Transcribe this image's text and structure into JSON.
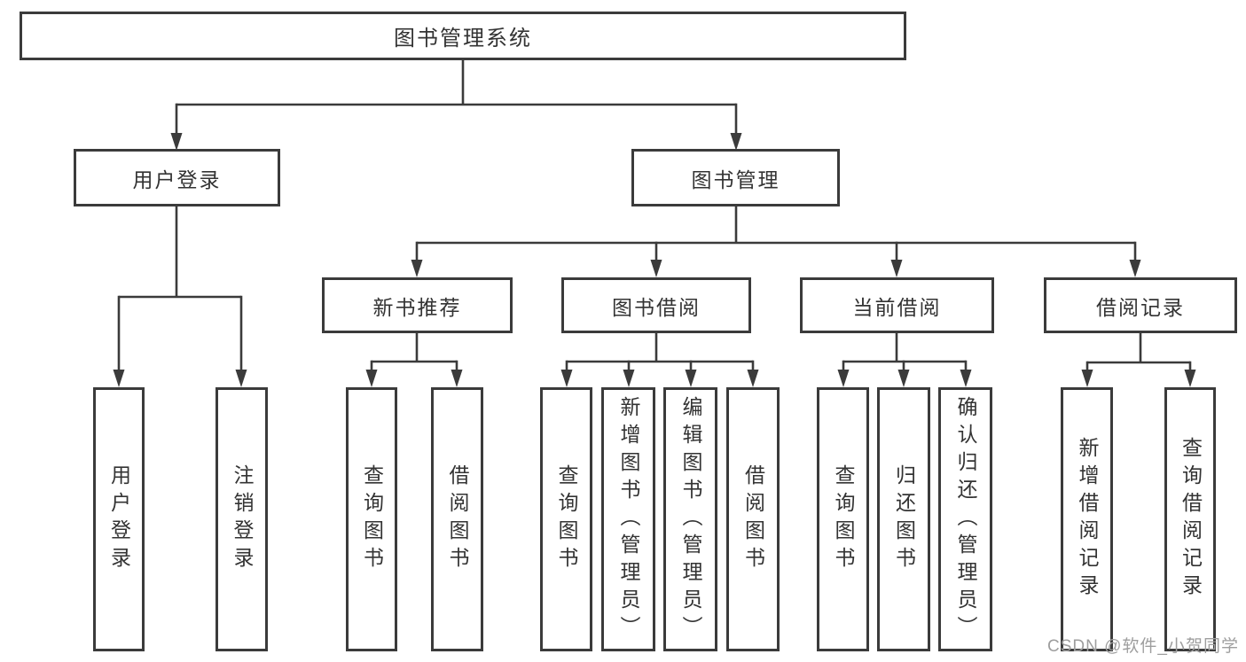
{
  "diagram": {
    "type": "hierarchy-tree",
    "colors": {
      "line": "#3b3b3b",
      "box_border": "#3b3b3b",
      "text": "#333333",
      "watermark": "#9e9e9e",
      "background": "#ffffff"
    },
    "tree": {
      "root": {
        "label": "图书管理系统"
      },
      "branches": [
        {
          "label": "用户登录",
          "children": [
            {
              "label": "用户登录"
            },
            {
              "label": "注销登录"
            }
          ]
        },
        {
          "label": "图书管理",
          "children": [
            {
              "label": "新书推荐",
              "children": [
                {
                  "label": "查询图书"
                },
                {
                  "label": "借阅图书"
                }
              ]
            },
            {
              "label": "图书借阅",
              "children": [
                {
                  "label": "查询图书"
                },
                {
                  "label": "新增图书（管理员）"
                },
                {
                  "label": "编辑图书（管理员）"
                },
                {
                  "label": "借阅图书"
                }
              ]
            },
            {
              "label": "当前借阅",
              "children": [
                {
                  "label": "查询图书"
                },
                {
                  "label": "归还图书"
                },
                {
                  "label": "确认归还（管理员）"
                }
              ]
            },
            {
              "label": "借阅记录",
              "children": [
                {
                  "label": "新增借阅记录"
                },
                {
                  "label": "查询借阅记录"
                }
              ]
            }
          ]
        }
      ]
    }
  },
  "watermark": {
    "text": "CSDN @软件_小贺同学"
  }
}
